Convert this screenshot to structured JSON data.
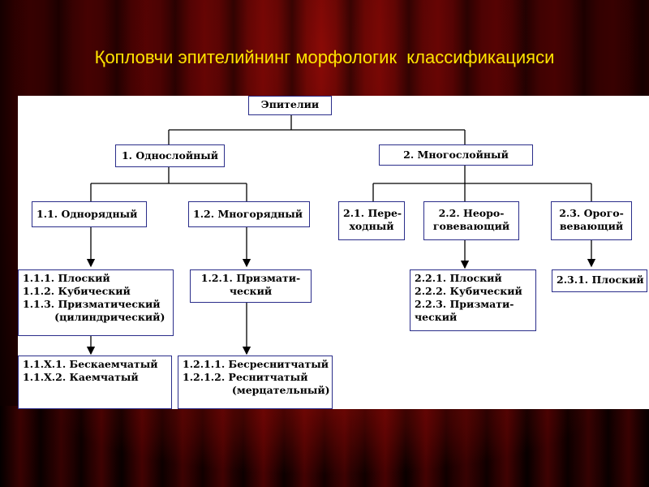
{
  "slide_title": "Қопловчи эпителийнинг морфологик  классификацияси",
  "nodes": {
    "root": "Эпителии",
    "n1": "1. Однослойный",
    "n2": "2. Многослойный",
    "n11": "1.1. Однорядный",
    "n12": "1.2. Многорядный",
    "n21": "2.1. Пере-\nходный",
    "n22": "2.2. Неоро-\nговевающий",
    "n23": "2.3. Орого-\nвевающий",
    "n111": "1.1.1. Плоский\n1.1.2. Кубический\n1.1.3. Призматический\n         (цилиндрический)",
    "n121": "1.2.1. Призмати-\nческий",
    "n221": "2.2.1. Плоский\n2.2.2. Кубический\n2.2.3. Призмати-\nческий",
    "n231": "2.3.1. Плоский",
    "n11x": "1.1.X.1. Бескаемчатый\n1.1.X.2. Каемчатый",
    "n1211": "1.2.1.1. Бесреснитчатый\n1.2.1.2. Реснитчатый\n              (мерцательный)"
  },
  "colors": {
    "title": "#ffe400",
    "box_border": "#2a2d8a",
    "line": "#000000"
  }
}
